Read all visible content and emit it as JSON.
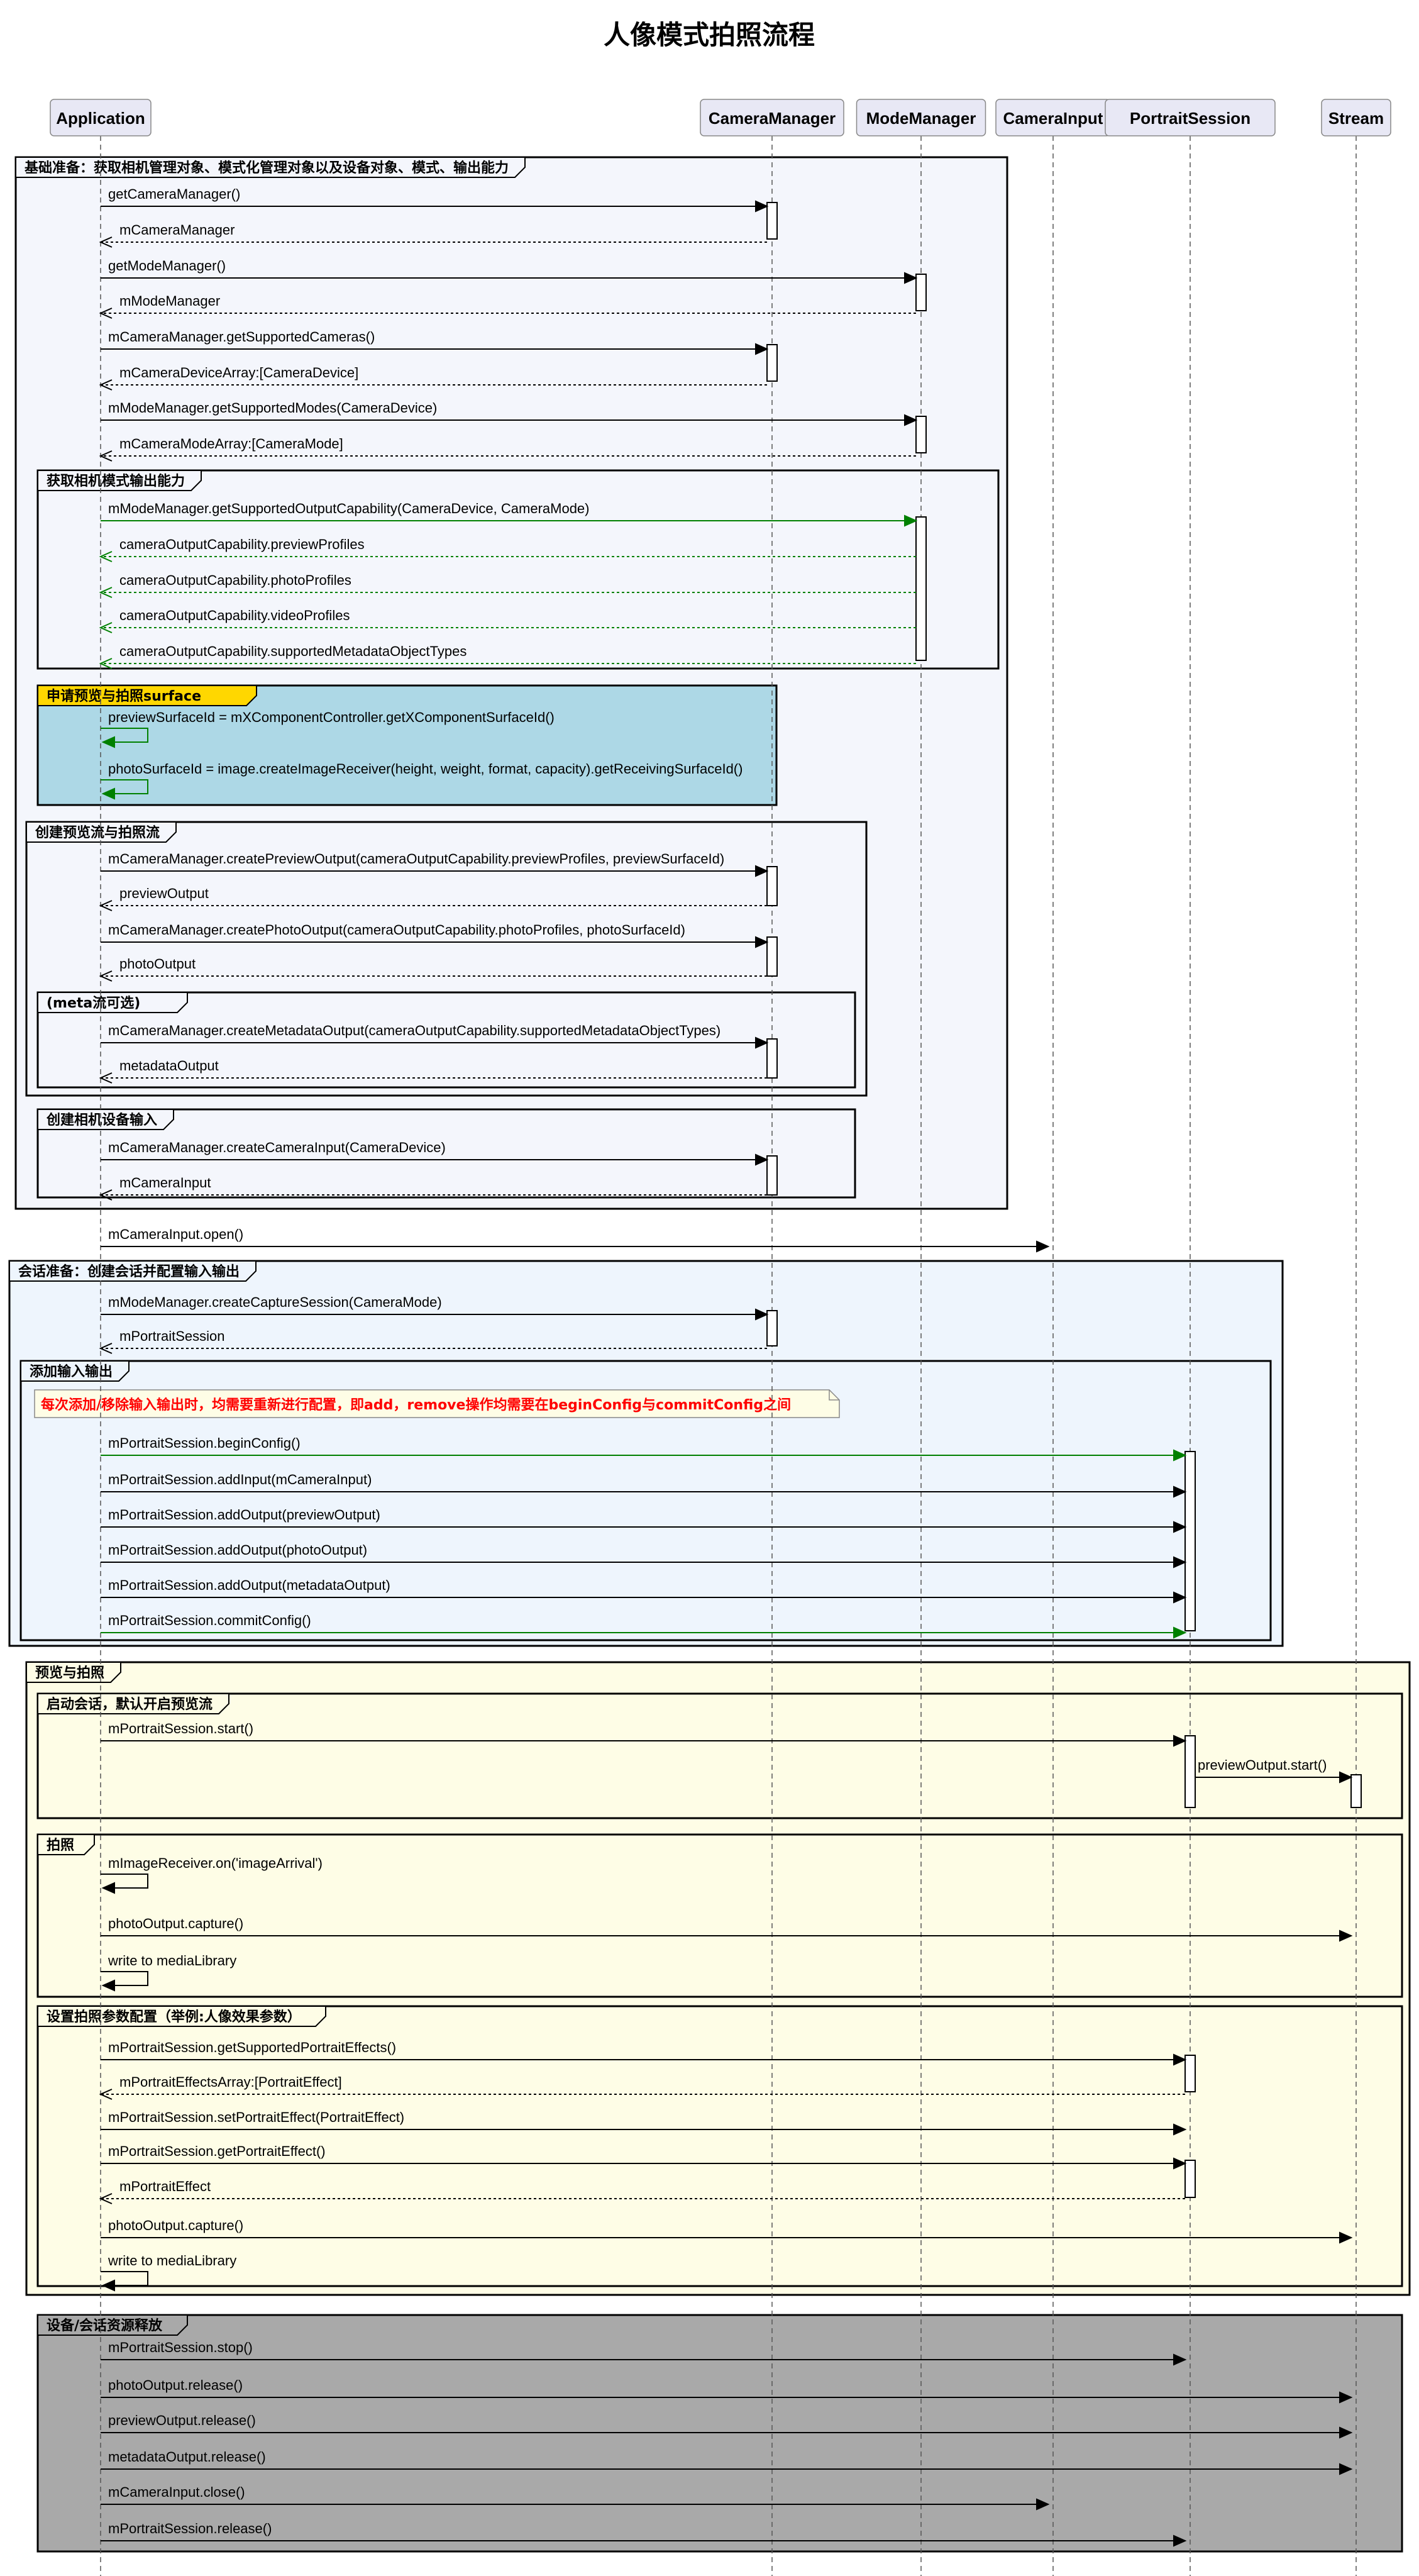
{
  "title": "人像模式拍照流程",
  "participants": [
    {
      "id": "app",
      "label": "Application"
    },
    {
      "id": "cm",
      "label": "CameraManager"
    },
    {
      "id": "mm",
      "label": "ModeManager"
    },
    {
      "id": "ci",
      "label": "CameraInput"
    },
    {
      "id": "ps",
      "label": "PortraitSession"
    },
    {
      "id": "st",
      "label": "Stream"
    }
  ],
  "colors": {
    "box_blue": "#f4f6fc",
    "box_alice": "#eef5fd",
    "box_yellow": "#fefde6",
    "box_cyan": "#add8e6",
    "box_gray": "#a9a9a9",
    "label_gold": "#ffd700",
    "green_arrow": "#008000",
    "note_text": "#ff0000",
    "participant_fill": "#e8e8f5"
  },
  "groups": [
    {
      "label": "基础准备：获取相机管理对象、模式化管理对象以及设备对象、模式、输出能力",
      "color": "box_blue"
    },
    {
      "label": "获取相机模式输出能力",
      "color": "box_blue"
    },
    {
      "label": "申请预览与拍照surface",
      "color": "box_cyan"
    },
    {
      "label": "创建预览流与拍照流",
      "color": "box_blue"
    },
    {
      "label": "(meta流可选)",
      "color": "box_blue"
    },
    {
      "label": "创建相机设备输入",
      "color": "box_blue"
    },
    {
      "label": "会话准备：创建会话并配置输入输出",
      "color": "box_alice"
    },
    {
      "label": "添加输入输出",
      "color": "box_alice"
    },
    {
      "label": "预览与拍照",
      "color": "box_yellow"
    },
    {
      "label": "启动会话，默认开启预览流",
      "color": "box_yellow"
    },
    {
      "label": "拍照",
      "color": "box_yellow"
    },
    {
      "label": "设置拍照参数配置（举例:人像效果参数）",
      "color": "box_yellow"
    },
    {
      "label": "设备/会话资源释放",
      "color": "box_gray"
    }
  ],
  "note": "每次添加/移除输入输出时，均需要重新进行配置，即add，remove操作均需要在beginConfig与commitConfig之间",
  "messages": [
    {
      "text": "getCameraManager()",
      "from": "app",
      "to": "cm",
      "type": "call"
    },
    {
      "text": "mCameraManager",
      "from": "cm",
      "to": "app",
      "type": "return"
    },
    {
      "text": "getModeManager()",
      "from": "app",
      "to": "mm",
      "type": "call"
    },
    {
      "text": "mModeManager",
      "from": "mm",
      "to": "app",
      "type": "return"
    },
    {
      "text": "mCameraManager.getSupportedCameras()",
      "from": "app",
      "to": "cm",
      "type": "call"
    },
    {
      "text": "mCameraDeviceArray:[CameraDevice]",
      "from": "cm",
      "to": "app",
      "type": "return"
    },
    {
      "text": "mModeManager.getSupportedModes(CameraDevice)",
      "from": "app",
      "to": "mm",
      "type": "call"
    },
    {
      "text": "mCameraModeArray:[CameraMode]",
      "from": "mm",
      "to": "app",
      "type": "return"
    },
    {
      "text": "mModeManager.getSupportedOutputCapability(CameraDevice, CameraMode)",
      "from": "app",
      "to": "mm",
      "type": "call-green"
    },
    {
      "text": "cameraOutputCapability.previewProfiles",
      "from": "mm",
      "to": "app",
      "type": "return-green"
    },
    {
      "text": "cameraOutputCapability.photoProfiles",
      "from": "mm",
      "to": "app",
      "type": "return-green"
    },
    {
      "text": "cameraOutputCapability.videoProfiles",
      "from": "mm",
      "to": "app",
      "type": "return-green"
    },
    {
      "text": "cameraOutputCapability.supportedMetadataObjectTypes",
      "from": "mm",
      "to": "app",
      "type": "return-green"
    },
    {
      "text": "previewSurfaceId = mXComponentController.getXComponentSurfaceId()",
      "from": "app",
      "to": "app",
      "type": "self-green"
    },
    {
      "text": "photoSurfaceId = image.createImageReceiver(height, weight, format, capacity).getReceivingSurfaceId()",
      "from": "app",
      "to": "app",
      "type": "self-green"
    },
    {
      "text": "mCameraManager.createPreviewOutput(cameraOutputCapability.previewProfiles, previewSurfaceId)",
      "from": "app",
      "to": "cm",
      "type": "call"
    },
    {
      "text": "previewOutput",
      "from": "cm",
      "to": "app",
      "type": "return"
    },
    {
      "text": "mCameraManager.createPhotoOutput(cameraOutputCapability.photoProfiles, photoSurfaceId)",
      "from": "app",
      "to": "cm",
      "type": "call"
    },
    {
      "text": "photoOutput",
      "from": "cm",
      "to": "app",
      "type": "return"
    },
    {
      "text": "mCameraManager.createMetadataOutput(cameraOutputCapability.supportedMetadataObjectTypes)",
      "from": "app",
      "to": "cm",
      "type": "call"
    },
    {
      "text": "metadataOutput",
      "from": "cm",
      "to": "app",
      "type": "return"
    },
    {
      "text": "mCameraManager.createCameraInput(CameraDevice)",
      "from": "app",
      "to": "cm",
      "type": "call"
    },
    {
      "text": "mCameraInput",
      "from": "cm",
      "to": "app",
      "type": "return"
    },
    {
      "text": "mCameraInput.open()",
      "from": "app",
      "to": "ci",
      "type": "call"
    },
    {
      "text": "mModeManager.createCaptureSession(CameraMode)",
      "from": "app",
      "to": "cm",
      "type": "call"
    },
    {
      "text": "mPortraitSession",
      "from": "cm",
      "to": "app",
      "type": "return"
    },
    {
      "text": "mPortraitSession.beginConfig()",
      "from": "app",
      "to": "ps",
      "type": "call-green"
    },
    {
      "text": "mPortraitSession.addInput(mCameraInput)",
      "from": "app",
      "to": "ps",
      "type": "call"
    },
    {
      "text": "mPortraitSession.addOutput(previewOutput)",
      "from": "app",
      "to": "ps",
      "type": "call"
    },
    {
      "text": "mPortraitSession.addOutput(photoOutput)",
      "from": "app",
      "to": "ps",
      "type": "call"
    },
    {
      "text": "mPortraitSession.addOutput(metadataOutput)",
      "from": "app",
      "to": "ps",
      "type": "call"
    },
    {
      "text": "mPortraitSession.commitConfig()",
      "from": "app",
      "to": "ps",
      "type": "call-green"
    },
    {
      "text": "mPortraitSession.start()",
      "from": "app",
      "to": "ps",
      "type": "call"
    },
    {
      "text": "previewOutput.start()",
      "from": "ps",
      "to": "st",
      "type": "call"
    },
    {
      "text": "mImageReceiver.on('imageArrival')",
      "from": "app",
      "to": "app",
      "type": "self"
    },
    {
      "text": "photoOutput.capture()",
      "from": "app",
      "to": "st",
      "type": "call"
    },
    {
      "text": "write to mediaLibrary",
      "from": "app",
      "to": "app",
      "type": "self"
    },
    {
      "text": "mPortraitSession.getSupportedPortraitEffects()",
      "from": "app",
      "to": "ps",
      "type": "call"
    },
    {
      "text": "mPortraitEffectsArray:[PortraitEffect]",
      "from": "ps",
      "to": "app",
      "type": "return"
    },
    {
      "text": "mPortraitSession.setPortraitEffect(PortraitEffect)",
      "from": "app",
      "to": "ps",
      "type": "call"
    },
    {
      "text": "mPortraitSession.getPortraitEffect()",
      "from": "app",
      "to": "ps",
      "type": "call"
    },
    {
      "text": "mPortraitEffect",
      "from": "ps",
      "to": "app",
      "type": "return"
    },
    {
      "text": "photoOutput.capture()",
      "from": "app",
      "to": "st",
      "type": "call"
    },
    {
      "text": "write to mediaLibrary",
      "from": "app",
      "to": "app",
      "type": "self"
    },
    {
      "text": "mPortraitSession.stop()",
      "from": "app",
      "to": "ps",
      "type": "call"
    },
    {
      "text": "photoOutput.release()",
      "from": "app",
      "to": "st",
      "type": "call"
    },
    {
      "text": "previewOutput.release()",
      "from": "app",
      "to": "st",
      "type": "call"
    },
    {
      "text": "metadataOutput.release()",
      "from": "app",
      "to": "st",
      "type": "call"
    },
    {
      "text": "mCameraInput.close()",
      "from": "app",
      "to": "ci",
      "type": "call"
    },
    {
      "text": "mPortraitSession.release()",
      "from": "app",
      "to": "ps",
      "type": "call"
    }
  ]
}
